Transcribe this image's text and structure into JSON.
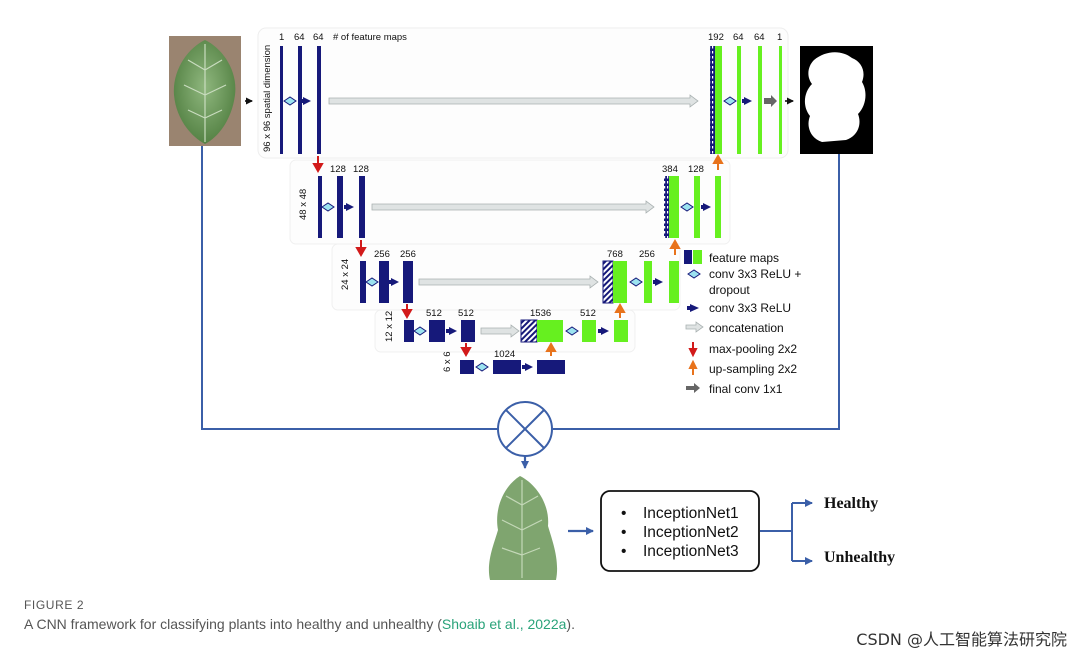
{
  "unet": {
    "header_label": "# of feature maps",
    "levels": [
      {
        "spatial": "96 x 96 spatial dimension",
        "left_channels": [
          "1",
          "64",
          "64"
        ],
        "right_channels": [
          "192",
          "64",
          "64",
          "1"
        ]
      },
      {
        "spatial": "48 x 48",
        "left_channels": [
          "128",
          "128"
        ],
        "right_channels": [
          "384",
          "128"
        ]
      },
      {
        "spatial": "24 x 24",
        "left_channels": [
          "256",
          "256"
        ],
        "right_channels": [
          "768",
          "256"
        ]
      },
      {
        "spatial": "12 x 12",
        "left_channels": [
          "512",
          "512"
        ],
        "right_channels": [
          "1536",
          "512"
        ]
      },
      {
        "spatial": "6 x 6",
        "left_channels": [
          "1024"
        ],
        "right_channels": []
      }
    ]
  },
  "legend": {
    "feature_maps": "feature maps",
    "conv_dropout_1": "conv 3x3 ReLU +",
    "conv_dropout_2": "dropout",
    "conv_relu": "conv 3x3 ReLU",
    "concatenation": "concatenation",
    "max_pooling": "max-pooling 2x2",
    "up_sampling": "up-sampling 2x2",
    "final_conv": "final conv 1x1"
  },
  "classifier": {
    "models": [
      "InceptionNet1",
      "InceptionNet2",
      "InceptionNet3"
    ],
    "bullet": "•",
    "outcomes": [
      "Healthy",
      "Unhealthy"
    ]
  },
  "caption": {
    "label": "FIGURE 2",
    "text": "A CNN framework for classifying plants into healthy and unhealthy (",
    "link": "Shoaib et al., 2022a",
    "end": ")."
  },
  "watermark": "CSDN @人工智能算法研究院",
  "colors": {
    "navy": "#16197a",
    "green": "#66f01f",
    "connector": "#3b5fa8",
    "pool": "#d21a1a",
    "upsample": "#e8731c",
    "concat_fill": "#dfe3e3",
    "leaf": "#6f9e5c",
    "link": "#2aa37a"
  },
  "icons": [
    "leaf-image",
    "mask-image",
    "multiply-icon",
    "leaf-cropped-image",
    "bullet-icon"
  ]
}
